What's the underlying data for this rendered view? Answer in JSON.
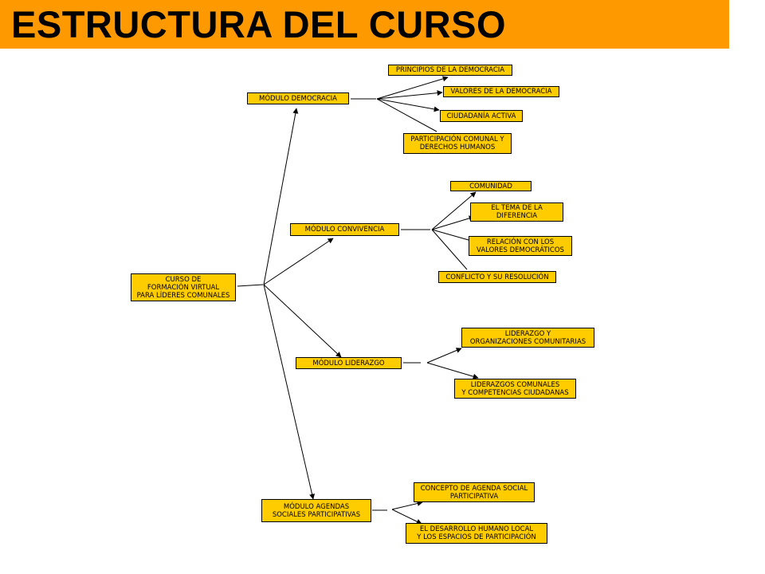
{
  "header": {
    "title": "ESTRUCTURA DEL CURSO",
    "background": "#ff9900"
  },
  "diagram": {
    "node_fill": "#ffcc00",
    "root": "CURSO DE\nFORMACIÓN VIRTUAL\nPARA LÍDERES COMUNALES",
    "modules": [
      {
        "label": "MÓDULO DEMOCRACIA",
        "topics": [
          "PRINCIPIOS DE LA DEMOCRACIA",
          "VALORES DE LA DEMOCRACIA",
          "CIUDADANÍA ACTIVA",
          "PARTICIPACIÓN COMUNAL Y\nDERECHOS HUMANOS"
        ]
      },
      {
        "label": "MÓDULO CONVIVENCIA",
        "topics": [
          "COMUNIDAD",
          "EL TEMA DE LA\nDIFERENCIA",
          "RELACIÓN CON LOS\nVALORES DEMOCRÁTICOS",
          "CONFLICTO Y SU RESOLUCIÓN"
        ]
      },
      {
        "label": "MÓDULO LIDERAZGO",
        "topics": [
          "LIDERAZGO Y\nORGANIZACIONES COMUNITARIAS",
          "LIDERAZGOS COMUNALES\nY COMPETENCIAS CIUDADANAS"
        ]
      },
      {
        "label": "MÓDULO AGENDAS\nSOCIALES PARTICIPATIVAS",
        "topics": [
          "CONCEPTO DE AGENDA SOCIAL\nPARTICIPATIVA",
          "EL DESARROLLO HUMANO LOCAL\nY LOS ESPACIOS DE PARTICIPACIÓN"
        ]
      }
    ]
  }
}
